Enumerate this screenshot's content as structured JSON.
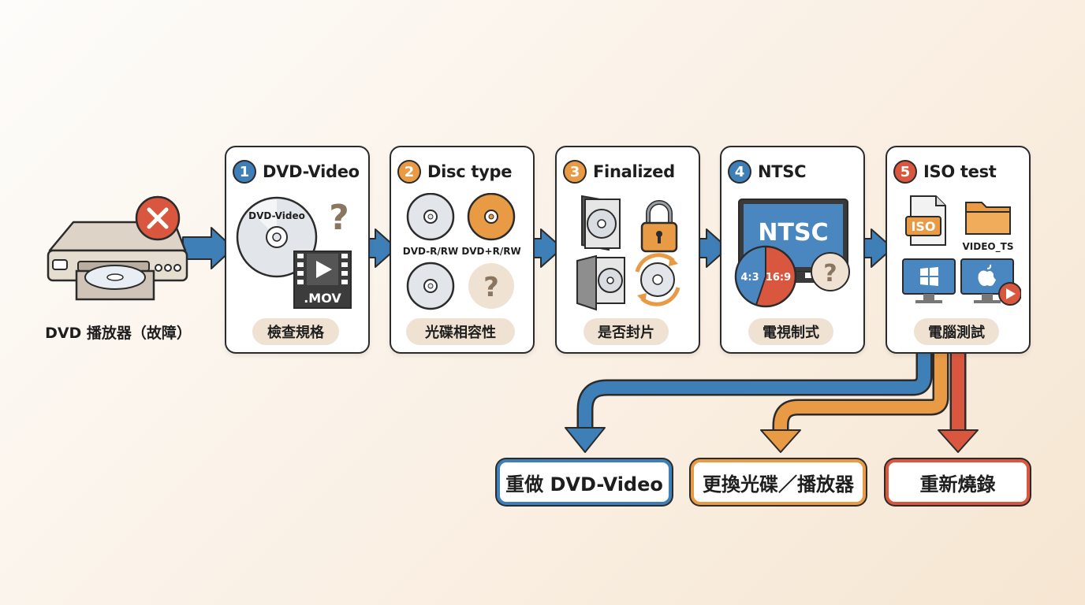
{
  "player": {
    "label": "DVD 播放器（故障）",
    "status_icon": "error-x-icon"
  },
  "steps": [
    {
      "number": "1",
      "title": "DVD-Video",
      "label": "檢查規格",
      "color": "#3f7fb8",
      "art": {
        "disc_text": "DVD-Video",
        "question": "?",
        "file_text": ".MOV"
      }
    },
    {
      "number": "2",
      "title": "Disc type",
      "label": "光碟相容性",
      "color": "#e89a45",
      "art": {
        "disc1": "DVD-R/RW",
        "disc2": "DVD+R/RW",
        "question": "?"
      }
    },
    {
      "number": "3",
      "title": "Finalized",
      "label": "是否封片",
      "color": "#e89a45",
      "art": {
        "icons": [
          "dvd-case-icon",
          "padlock-icon",
          "open-case-icon",
          "refresh-disc-icon"
        ]
      }
    },
    {
      "number": "4",
      "title": "NTSC",
      "label": "電視制式",
      "color": "#3f7fb8",
      "art": {
        "screen_text": "NTSC",
        "ratio1": "4:3",
        "ratio2": "16:9",
        "question": "?"
      }
    },
    {
      "number": "5",
      "title": "ISO test",
      "label": "電腦測試",
      "color": "#d9573e",
      "art": {
        "file_text": "ISO",
        "folder_text": "VIDEO_TS",
        "icons": [
          "windows-icon",
          "apple-icon",
          "play-icon"
        ]
      }
    }
  ],
  "outcomes": [
    {
      "label": "重做 DVD-Video",
      "color": "#3f7fb8"
    },
    {
      "label": "更換光碟／播放器",
      "color": "#e89a45"
    },
    {
      "label": "重新燒錄",
      "color": "#d9573e"
    }
  ],
  "colors": {
    "blue": "#3f7fb8",
    "orange": "#e89a45",
    "red": "#d9573e",
    "ink": "#2b2b2b",
    "pill": "#efe2d2"
  }
}
